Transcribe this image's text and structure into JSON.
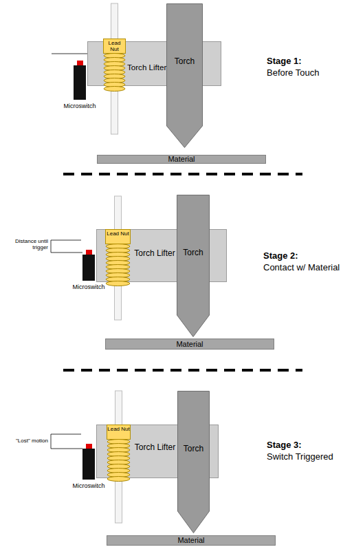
{
  "diagram": {
    "nodes": [
      {
        "text": [
          "Torch Lifter"
        ]
      },
      {
        "text": [
          "Lead Nut"
        ]
      },
      {
        "text": [
          "Torch"
        ]
      },
      {
        "text": [
          "Microswitch"
        ]
      },
      {
        "text": [
          "Material"
        ]
      },
      {
        "text": [
          "Torch Lifter"
        ]
      },
      {
        "text": [
          "Lead Nut"
        ]
      },
      {
        "text": [
          "Torch"
        ]
      },
      {
        "text": [
          "Microswitch"
        ]
      },
      {
        "text": [
          "Material"
        ]
      },
      {
        "text": [
          "Torch Lifter"
        ]
      },
      {
        "text": [
          "Lead Nut"
        ]
      },
      {
        "text": [
          "Torch"
        ]
      },
      {
        "text": [
          "Microswitch"
        ]
      },
      {
        "text": [
          "Material"
        ]
      }
    ],
    "labels": [
      "Stage 1:",
      "Before Touch",
      "Distance until trigger",
      "Stage 2:",
      "Contact w/ Material",
      "\"Lost\" motion",
      "Stage 3:",
      "Switch Triggered"
    ]
  }
}
